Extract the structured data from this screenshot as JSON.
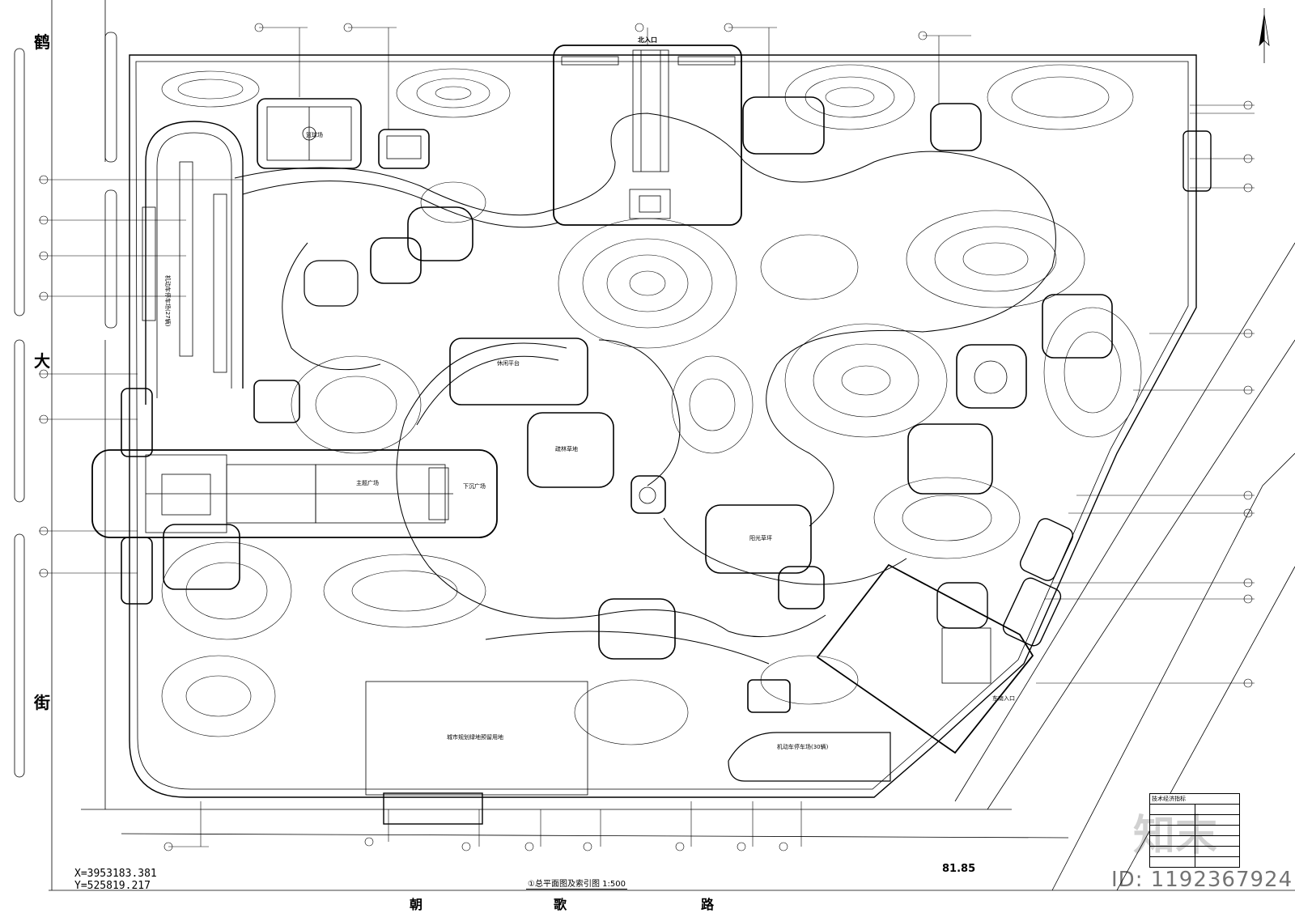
{
  "streets": {
    "west_1": "鹤",
    "west_2": "大",
    "west_3": "街",
    "south_1": "朝",
    "south_2": "歌",
    "south_3": "路"
  },
  "coords": {
    "x": "X=3953183.381",
    "y": "Y=525819.217"
  },
  "elevation": "81.85",
  "caption": "①总平面图及索引图 1:500",
  "watermark": {
    "logo": "知末",
    "id": "ID: 1192367924"
  },
  "areas": {
    "north_entrance": "北入口",
    "south_entrance": "东南入口",
    "lower_plaza": "下沉广场",
    "central_plaza": "主题广场",
    "court": "篮球场",
    "parking_west": "机动车停车场(27辆)",
    "parking_south": "机动车停车场(30辆)",
    "reserved": "城市规划绿地预留用地",
    "lawn_1": "疏林草地",
    "lawn_2": "阳光草坪",
    "landing": "休闲平台"
  },
  "table": {
    "title": "技术经济指标"
  },
  "icons": {
    "north_arrow": "north-arrow-icon"
  }
}
